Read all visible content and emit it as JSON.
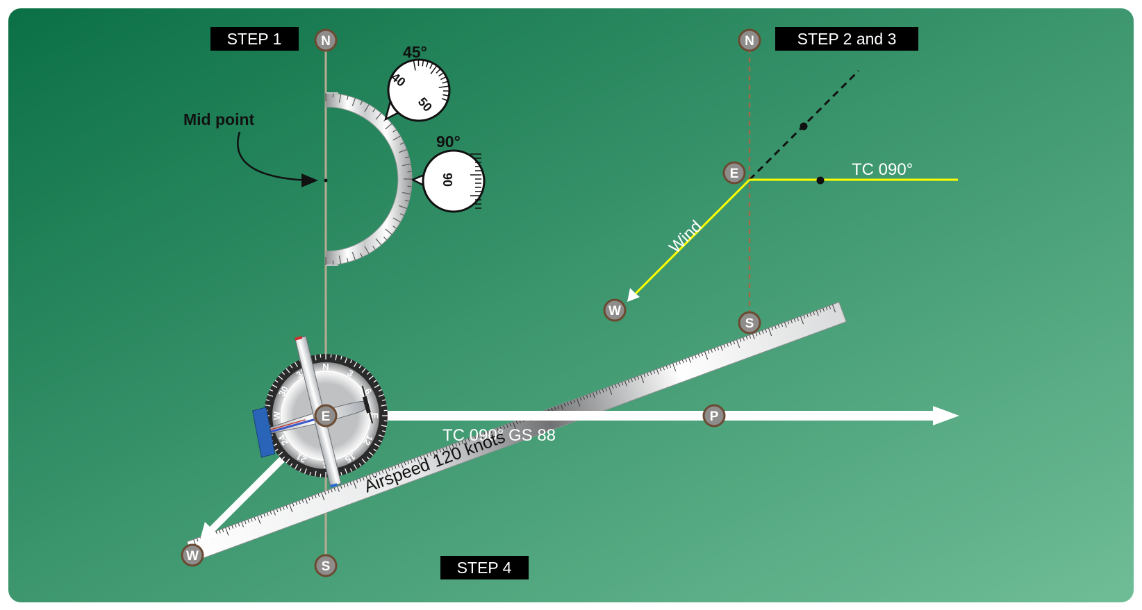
{
  "steps": {
    "step1": "STEP 1",
    "step23": "STEP 2 and 3",
    "step4": "STEP 4"
  },
  "protractor": {
    "midpoint_label": "Mid point",
    "callout_45": {
      "title": "45°",
      "left": "40",
      "right": "50"
    },
    "callout_90": {
      "title": "90°",
      "value": "90"
    }
  },
  "wind_diagram": {
    "tc_label": "TC 090°",
    "wind_label": "Wind"
  },
  "plot": {
    "track_label": "TC 090° GS 88",
    "airspeed_label": "Airspeed 120 knots",
    "compass_rose_labels": [
      "N",
      "3",
      "6",
      "E",
      "12",
      "15",
      "S",
      "21",
      "24",
      "W",
      "30",
      "33"
    ]
  },
  "markers": {
    "north": "N",
    "south": "S",
    "east": "E",
    "west": "W",
    "point": "P"
  },
  "colors": {
    "bg_dark": "#0b7046",
    "bg_light": "#6fbd97",
    "yellow": "#ffff00",
    "marker_fill": "#8f8d8c",
    "marker_ring": "#6b4a32"
  }
}
